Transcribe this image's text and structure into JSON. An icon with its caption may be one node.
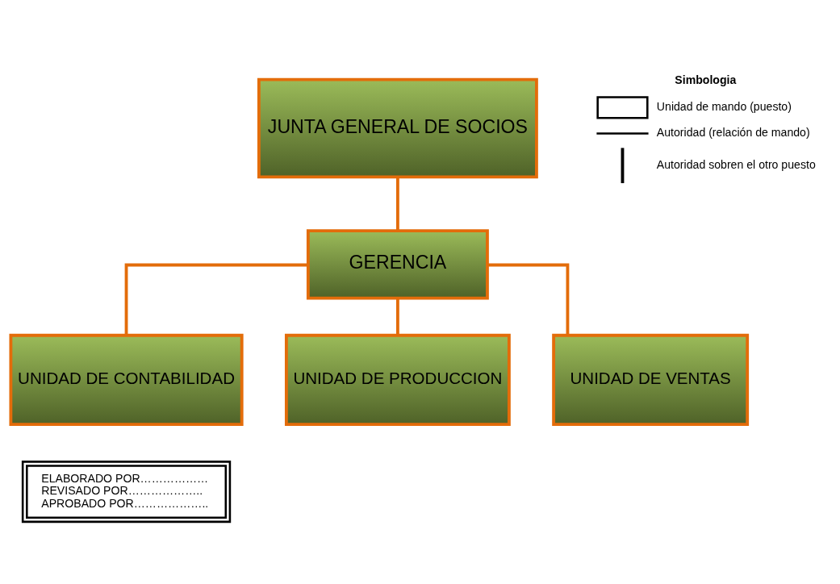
{
  "diagram": {
    "nodes": [
      {
        "text": [
          "JUNTA GENERAL DE SOCIOS"
        ]
      },
      {
        "text": [
          "GERENCIA"
        ]
      },
      {
        "text": [
          "UNIDAD DE CONTABILIDAD"
        ]
      },
      {
        "text": [
          "UNIDAD DE PRODUCCION"
        ]
      },
      {
        "text": [
          "UNIDAD DE VENTAS"
        ]
      },
      {
        "text": [
          "ELABORADO POR………………",
          "REVISADO POR………………..",
          "APROBADO POR……………….."
        ]
      }
    ],
    "edges": [
      {
        "from": 0,
        "to": 1,
        "arrow": "none"
      },
      {
        "from": 1,
        "to": 2,
        "arrow": "none"
      },
      {
        "from": 1,
        "to": 3,
        "arrow": "none"
      },
      {
        "from": 1,
        "to": 4,
        "arrow": "none"
      }
    ],
    "labels": [
      "Simbologia"
    ],
    "legend": [
      {
        "text": "Unidad de mando (puesto)"
      },
      {
        "text": "Autoridad (relación de mando)"
      },
      {
        "text": "Autoridad sobren el otro puesto"
      }
    ]
  }
}
